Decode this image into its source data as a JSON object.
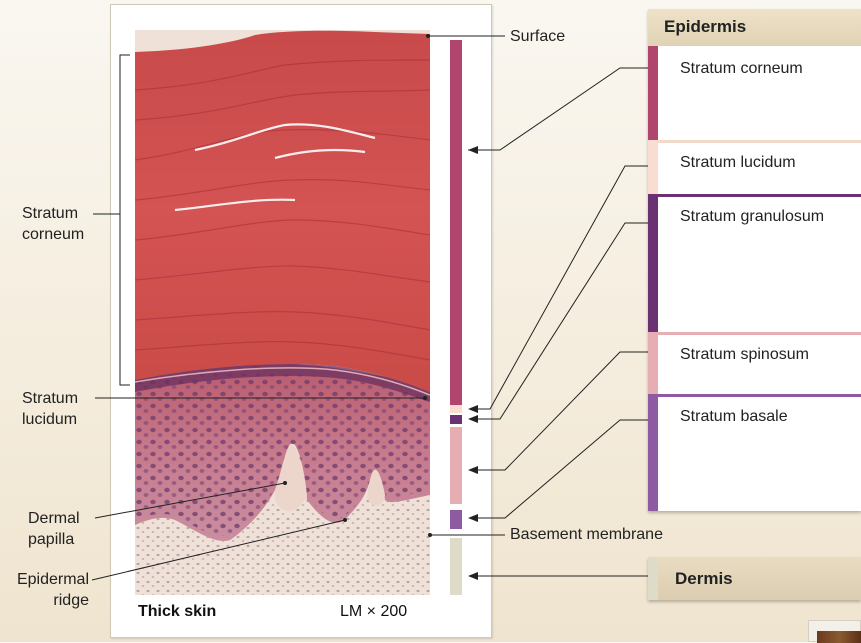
{
  "labels": {
    "surface": "Surface",
    "stratum_corneum": [
      "Stratum",
      "corneum"
    ],
    "stratum_lucidum": [
      "Stratum",
      "lucidum"
    ],
    "dermal_papilla": [
      "Dermal",
      "papilla"
    ],
    "epidermal_ridge": [
      "Epidermal",
      "ridge"
    ],
    "basement_membrane": "Basement membrane"
  },
  "caption": {
    "title": "Thick skin",
    "magnification": "LM × 200"
  },
  "legend": {
    "header": "Epidermis",
    "layers": [
      {
        "name": "Stratum corneum",
        "color": "#b0466e"
      },
      {
        "name": "Stratum lucidum",
        "color": "#f8ddd0"
      },
      {
        "name": "Stratum granulosum",
        "color": "#6b3273"
      },
      {
        "name": "Stratum spinosum",
        "color": "#e6aeb2"
      },
      {
        "name": "Stratum basale",
        "color": "#8e5aa2"
      }
    ],
    "dermis": "Dermis",
    "dermis_color": "#dedcc9"
  }
}
